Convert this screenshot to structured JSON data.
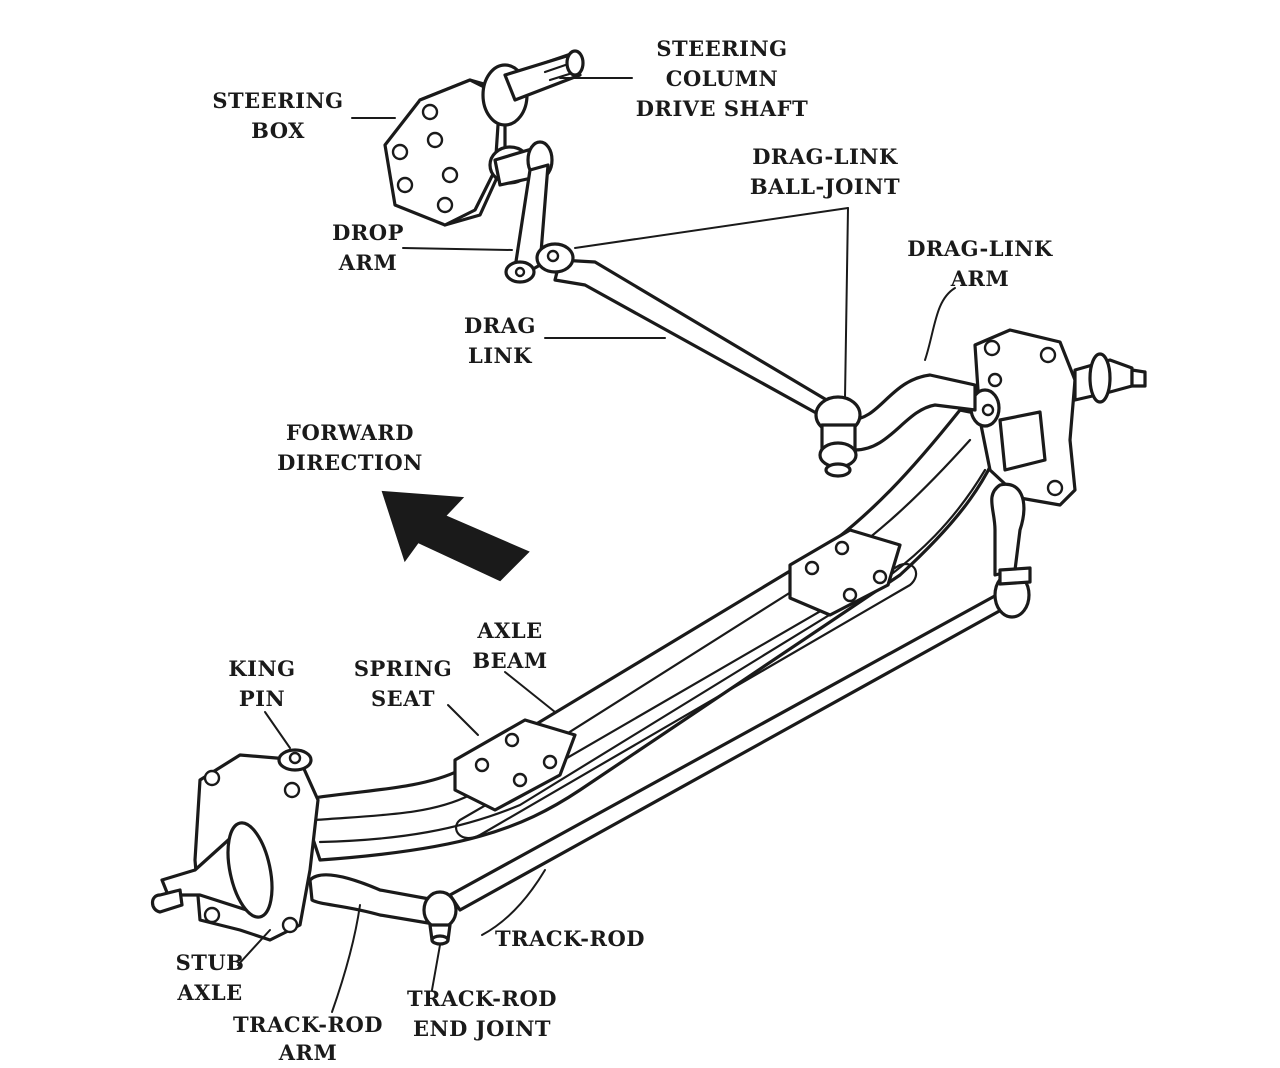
{
  "labels": {
    "steering_column": [
      "STEERING",
      "COLUMN",
      "DRIVE SHAFT"
    ],
    "steering_box": [
      "STEERING",
      "BOX"
    ],
    "drag_link_ball_joint": [
      "DRAG-LINK",
      "BALL-JOINT"
    ],
    "drag_link_arm": [
      "DRAG-LINK",
      "ARM"
    ],
    "drop_arm": [
      "DROP",
      "ARM"
    ],
    "drag_link": [
      "DRAG",
      "LINK"
    ],
    "forward_direction": [
      "FORWARD",
      "DIRECTION"
    ],
    "axle_beam": [
      "AXLE",
      "BEAM"
    ],
    "king_pin": [
      "KING",
      "PIN"
    ],
    "spring_seat": [
      "SPRING",
      "SEAT"
    ],
    "stub_axle": [
      "STUB",
      "AXLE"
    ],
    "track_rod": [
      "TRACK-ROD"
    ],
    "track_rod_end_joint": [
      "TRACK-ROD",
      "END JOINT"
    ],
    "track_rod_arm": [
      "TRACK-ROD",
      "ARM"
    ]
  },
  "colors": {
    "ink": "#1a1a1a",
    "background": "#ffffff"
  },
  "icons": {
    "direction_arrow": "arrow-up-left-icon"
  }
}
